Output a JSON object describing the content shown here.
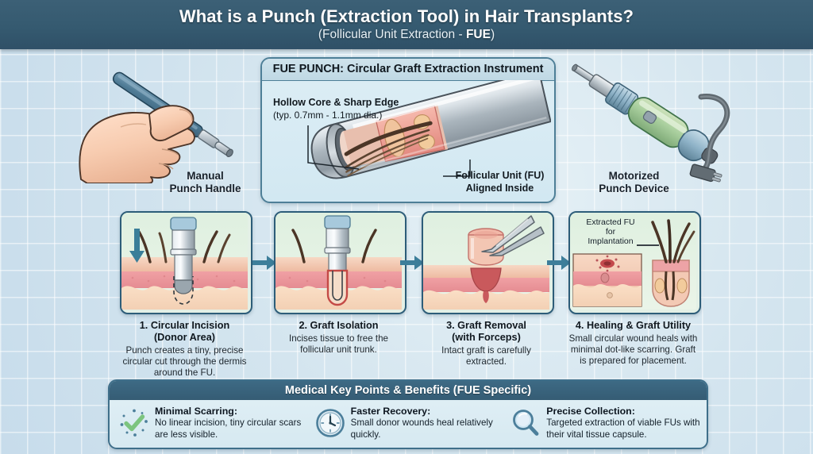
{
  "header": {
    "title": "What is a Punch (Extraction Tool) in Hair Transplants?",
    "subtitle_prefix": "(Follicular Unit Extraction - ",
    "subtitle_bold": "FUE",
    "subtitle_suffix": ")"
  },
  "top_row": {
    "manual_caption_line1": "Manual",
    "manual_caption_line2": "Punch Handle",
    "motorized_caption_line1": "Motorized",
    "motorized_caption_line2": "Punch Device",
    "card_title": "FUE PUNCH: Circular Graft Extraction Instrument",
    "label_hollow_core": "Hollow Core & Sharp Edge",
    "label_hollow_core_sub": "(typ. 0.7mm - 1.1mm dia.)",
    "label_fu_line1": "Follicular Unit (FU)",
    "label_fu_line2": "Aligned Inside"
  },
  "steps": [
    {
      "title": "1. Circular Incision\n(Donor Area)",
      "title_line1": "1. Circular Incision",
      "title_line2": "(Donor Area)",
      "desc": "Punch creates a tiny, precise circular cut through the dermis around the FU."
    },
    {
      "title_line1": "2. Graft Isolation",
      "title_line2": "",
      "desc": "Incises tissue to free the follicular unit trunk."
    },
    {
      "title_line1": "3. Graft Removal",
      "title_line2": "(with Forceps)",
      "desc": "Intact graft is carefully extracted."
    },
    {
      "title_line1": "4. Healing & Graft Utility",
      "title_line2": "",
      "desc": "Small circular wound heals with minimal dot-like scarring. Graft is prepared for placement.",
      "annotation_line1": "Extracted FU",
      "annotation_line2": "for",
      "annotation_line3": "Implantation"
    }
  ],
  "benefits": {
    "title": "Medical Key Points & Benefits (FUE Specific)",
    "items": [
      {
        "icon": "check-sparkle-icon",
        "heading": "Minimal Scarring:",
        "text": "No linear incision, tiny circular scars are less visible."
      },
      {
        "icon": "clock-icon",
        "heading": "Faster Recovery:",
        "text": "Small donor wounds heal relatively quickly."
      },
      {
        "icon": "magnifier-icon",
        "heading": "Precise Collection:",
        "text": "Targeted extraction of viable FUs with their vital tissue capsule."
      }
    ]
  },
  "colors": {
    "header_bg": "#355a70",
    "panel_border": "#2d5d79",
    "card_bg": "#d6e9f2",
    "background": "#d4e5ef",
    "accent_green": "#7cc47f",
    "skin_epidermis": "#f2cdb6",
    "skin_dermis": "#e9909a"
  }
}
